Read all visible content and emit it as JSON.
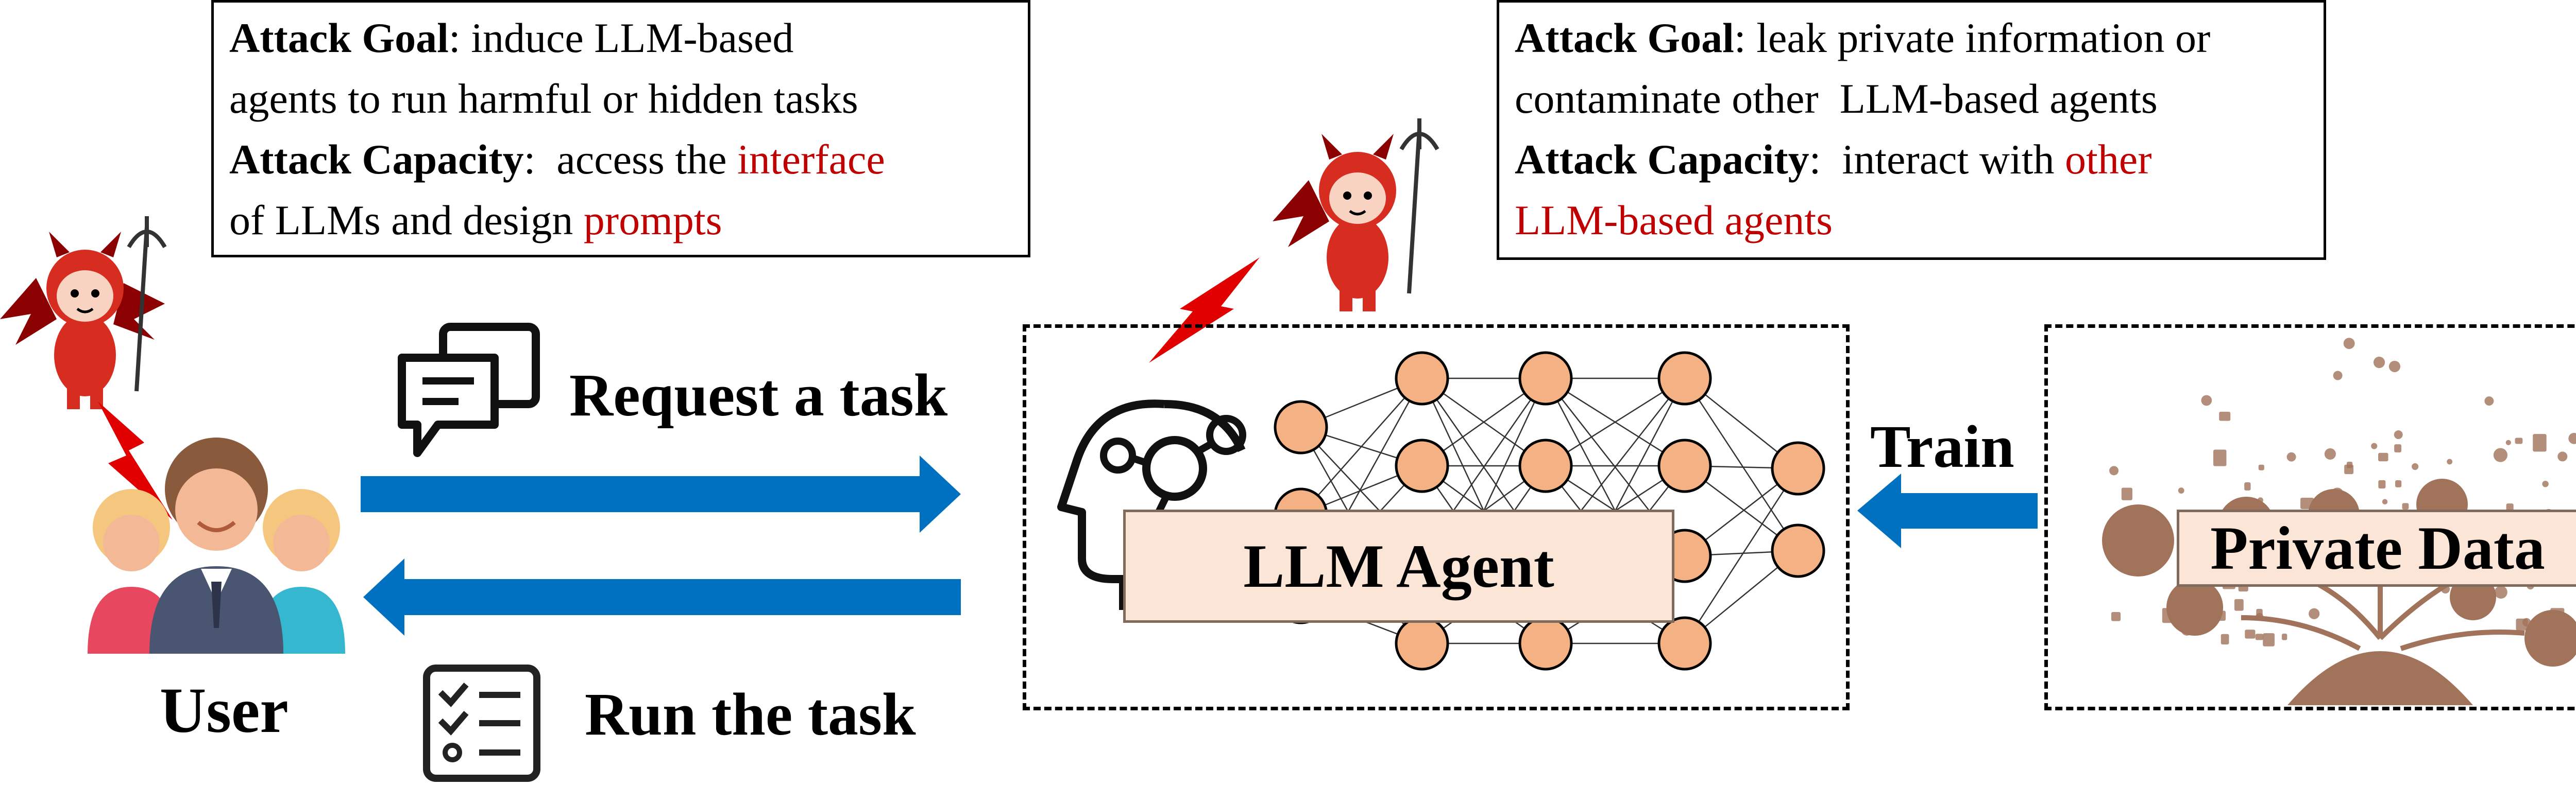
{
  "left_box": {
    "goal_label": "Attack Goal",
    "goal_text": ": induce LLM-based",
    "goal_text2": "agents to run harmful or hidden tasks",
    "capacity_label": "Attack Capacity",
    "capacity_text": ":  access the ",
    "capacity_red1": "interface",
    "capacity_text2": "of LLMs and design ",
    "capacity_red2": "prompts"
  },
  "right_box": {
    "goal_label": "Attack Goal",
    "goal_text": ": leak private information or",
    "goal_text2": "contaminate other  LLM-based agents",
    "capacity_label": "Attack Capacity",
    "capacity_text": ":  interact with ",
    "capacity_red1": "other",
    "capacity_red2": "LLM-based agents"
  },
  "labels": {
    "request": "Request a task",
    "run": "Run the task",
    "user": "User",
    "train": "Train",
    "agent": "LLM Agent",
    "private": "Private Data"
  },
  "colors": {
    "arrow_blue": "#0070c0",
    "node_fill": "#f4b183",
    "accent_red": "#c00000",
    "brown": "#a0735a"
  }
}
